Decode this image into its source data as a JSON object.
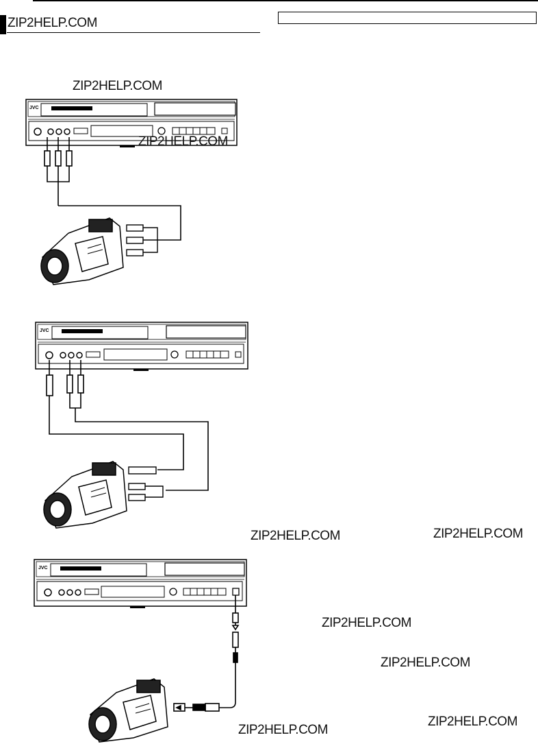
{
  "watermarks": {
    "header": "ZIP2HELP.COM",
    "w1": "ZIP2HELP.COM",
    "w2": "ZIP2HELP.COM",
    "w3": "ZIP2HELP.COM",
    "w4": "ZIP2HELP.COM",
    "w5": "ZIP2HELP.COM",
    "w6": "ZIP2HELP.COM",
    "w7": "ZIP2HELP.COM",
    "w8": "ZIP2HELP.COM"
  },
  "device_brand": "JVC",
  "figures": [
    {
      "id": "composite",
      "connection": "AV cables (video + audio L/R)"
    },
    {
      "id": "s-video",
      "connection": "S-Video + audio L/R"
    },
    {
      "id": "dv",
      "connection": "DV cable"
    }
  ]
}
